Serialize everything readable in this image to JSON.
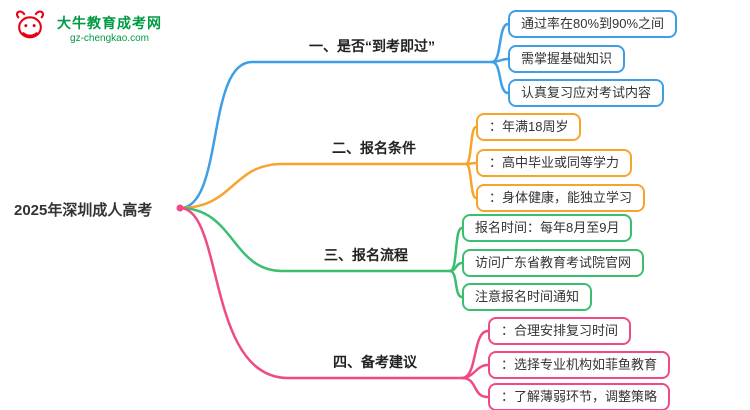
{
  "logo": {
    "brand": "大牛教育成考网",
    "domain": "gz-chengkao.com",
    "brand_color": "#009A44",
    "icon_color": "#E60012"
  },
  "root": {
    "label": "2025年深圳成人高考"
  },
  "branches": [
    {
      "label": "一、是否“到考即过”",
      "color": "#3D9FE6",
      "children": [
        "通过率在80%到90%之间",
        "需掌握基础知识",
        "认真复习应对考试内容"
      ]
    },
    {
      "label": "二、报名条件",
      "color": "#F7A42C",
      "children": [
        "：年满18周岁",
        "：高中毕业或同等学力",
        "：身体健康，能独立学习"
      ]
    },
    {
      "label": "三、报名流程",
      "color": "#3CBE71",
      "children": [
        "报名时间：每年8月至9月",
        "访问广东省教育考试院官网",
        "注意报名时间通知"
      ]
    },
    {
      "label": "四、备考建议",
      "color": "#EF4986",
      "children": [
        "：合理安排复习时间",
        "：选择专业机构如菲鱼教育",
        "：了解薄弱环节，调整策略"
      ]
    }
  ]
}
